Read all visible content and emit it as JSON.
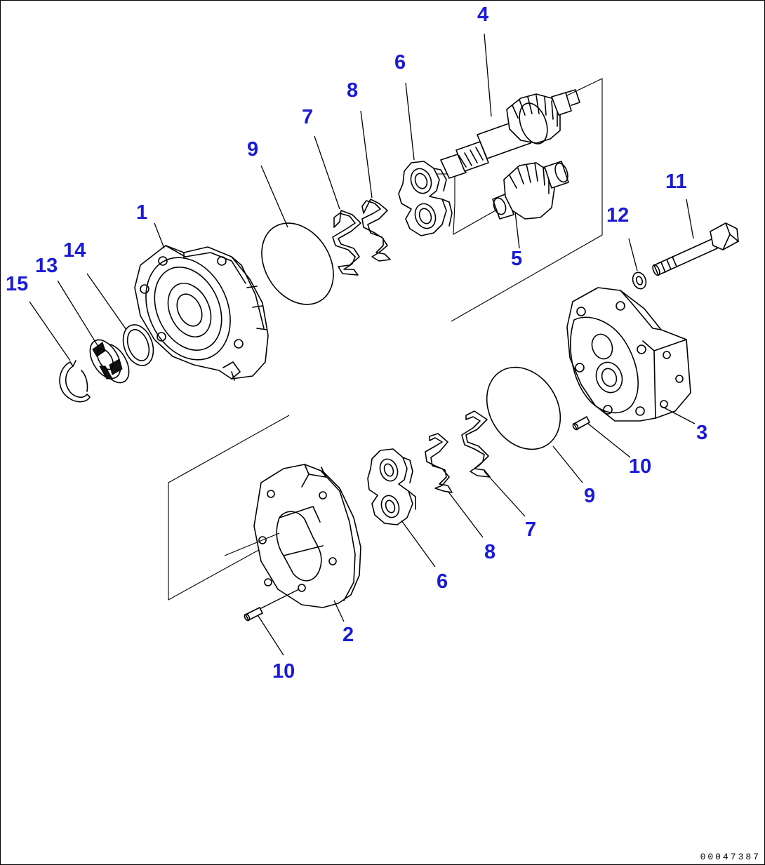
{
  "document_number": "00047387",
  "callouts": [
    {
      "id": "c1",
      "text": "1"
    },
    {
      "id": "c2",
      "text": "2"
    },
    {
      "id": "c3",
      "text": "3"
    },
    {
      "id": "c4",
      "text": "4"
    },
    {
      "id": "c5",
      "text": "5"
    },
    {
      "id": "c6a",
      "text": "6"
    },
    {
      "id": "c6b",
      "text": "6"
    },
    {
      "id": "c7a",
      "text": "7"
    },
    {
      "id": "c7b",
      "text": "7"
    },
    {
      "id": "c8a",
      "text": "8"
    },
    {
      "id": "c8b",
      "text": "8"
    },
    {
      "id": "c9a",
      "text": "9"
    },
    {
      "id": "c9b",
      "text": "9"
    },
    {
      "id": "c10a",
      "text": "10"
    },
    {
      "id": "c10b",
      "text": "10"
    },
    {
      "id": "c11",
      "text": "11"
    },
    {
      "id": "c12",
      "text": "12"
    },
    {
      "id": "c13",
      "text": "13"
    },
    {
      "id": "c14",
      "text": "14"
    },
    {
      "id": "c15",
      "text": "15"
    }
  ],
  "colors": {
    "callout": "#1a1ad8",
    "line": "#000000",
    "background": "#ffffff"
  }
}
